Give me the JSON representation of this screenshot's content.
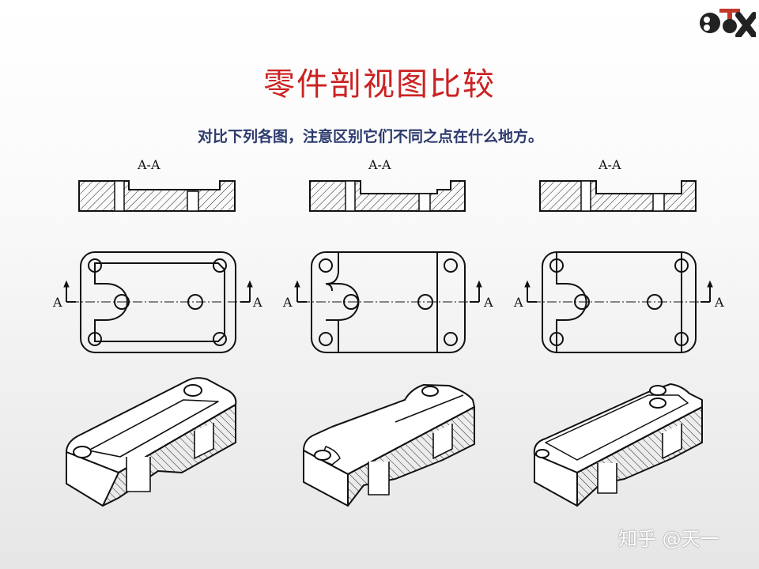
{
  "header": {
    "title": "零件剖视图比较",
    "subtitle": "对比下列各图，注意区别它们不同之点在什么地方。"
  },
  "variants": [
    {
      "section_label": "A-A",
      "cut_label_left": "A",
      "cut_label_right": "A"
    },
    {
      "section_label": "A-A",
      "cut_label_left": "A",
      "cut_label_right": "A"
    },
    {
      "section_label": "A-A",
      "cut_label_left": "A",
      "cut_label_right": "A"
    }
  ],
  "watermark": "知乎 @天一",
  "colors": {
    "title": "#cc2222",
    "subtitle": "#2d3a6e",
    "line": "#111111"
  }
}
